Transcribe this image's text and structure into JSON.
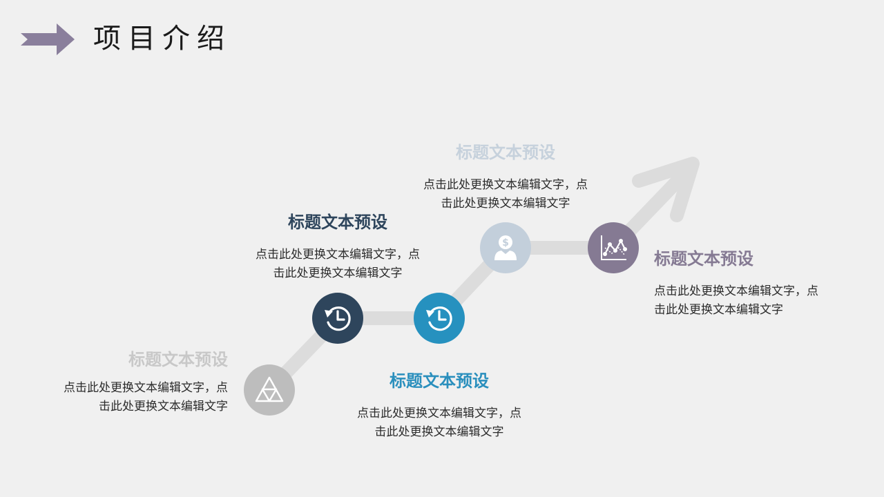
{
  "page": {
    "title": "项目介绍"
  },
  "colors": {
    "background": "#f0f0f0",
    "title_arrow": "#8a7f9c",
    "path": "#dcdcdc",
    "step1": "#bdbdbd",
    "step2": "#2e455c",
    "step3": "#2691bf",
    "step4": "#c3cfdb",
    "step5": "#857a93"
  },
  "steps": [
    {
      "icon": "triangle-icon",
      "heading": "标题文本预设",
      "line1": "点击此处更换文本编辑文字，点",
      "line2": "击此处更换文本编辑文字",
      "color": "#c8c8c8"
    },
    {
      "icon": "history-icon",
      "heading": "标题文本预设",
      "line1": "点击此处更换文本编辑文字，点",
      "line2": "击此处更换文本编辑文字",
      "color": "#2e455c"
    },
    {
      "icon": "history-icon",
      "heading": "标题文本预设",
      "line1": "点击此处更换文本编辑文字，点",
      "line2": "击此处更换文本编辑文字",
      "color": "#2a8fbd"
    },
    {
      "icon": "dollar-person-icon",
      "heading": "标题文本预设",
      "line1": "点击此处更换文本编辑文字，点",
      "line2": "击此处更换文本编辑文字",
      "color": "#c6d1dc"
    },
    {
      "icon": "line-chart-icon",
      "heading": "标题文本预设",
      "line1": "点击此处更换文本编辑文字，点",
      "line2": "击此处更换文本编辑文字",
      "color": "#857a93"
    }
  ]
}
